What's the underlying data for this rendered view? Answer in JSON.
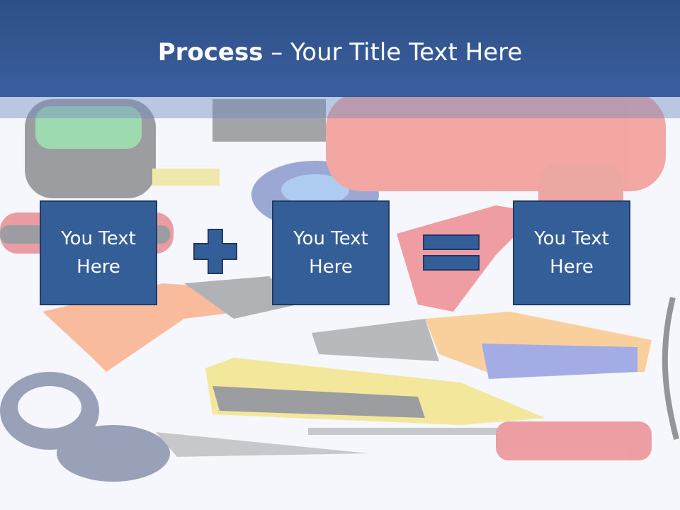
{
  "slide": {
    "title_bold": "Process",
    "title_rest": " – Your Title Text Here"
  },
  "boxes": [
    {
      "text": "You Text Here"
    },
    {
      "text": "You Text Here"
    },
    {
      "text": "You Text Here"
    }
  ],
  "operators": [
    "plus",
    "equals"
  ],
  "colors": {
    "title_bar": "#3a5f9e",
    "box_fill": "#345e98",
    "box_border": "#1f3a66",
    "text": "#ffffff"
  }
}
